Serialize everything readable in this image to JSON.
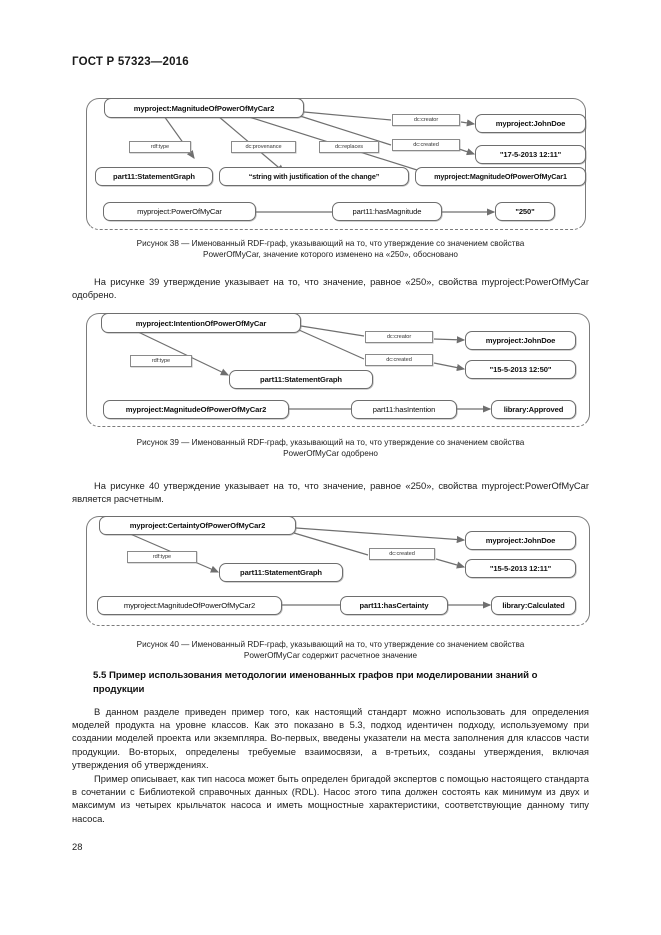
{
  "document": {
    "standard_header": "ГОСТ Р 57323—2016",
    "page_number": "28"
  },
  "figures": [
    {
      "id": "figure-38",
      "caption_line1": "Рисунок 38 — Именованный RDF-граф, указывающий на то, что утверждение со значением свойства",
      "caption_line2": "PowerOfMyCar, значение которого изменено на «250», обосновано",
      "nodes": {
        "subject": "myproject:MagnitudeOfPowerOfMyCar2",
        "creator_value": "myproject:JohnDoe",
        "created_value": "\"17-5-2013 12:11\"",
        "type_value": "part11:StatementGraph",
        "provenance_value": "“string with justification of the change”",
        "replaces_value": "myproject:MagnitudeOfPowerOfMyCar1",
        "stmt_subject": "myproject:PowerOfMyCar",
        "stmt_predicate": "part11:hasMagnitude",
        "stmt_object": "\"250\""
      },
      "edges": {
        "creator": "dc:creator",
        "created": "dc:created",
        "type": "rdf:type",
        "provenance": "dc:provenance",
        "replaces": "dc:replaces"
      }
    },
    {
      "id": "figure-39",
      "caption_line1": "Рисунок 39 — Именованный RDF-граф, указывающий на то, что утверждение со значением свойства",
      "caption_line2": "PowerOfMyCar одобрено",
      "nodes": {
        "subject": "myproject:IntentionOfPowerOfMyCar",
        "creator_value": "myproject:JohnDoe",
        "created_value": "\"15-5-2013 12:50\"",
        "type_value": "part11:StatementGraph",
        "stmt_subject": "myproject:MagnitudeOfPowerOfMyCar2",
        "stmt_predicate": "part11:hasIntention",
        "stmt_object": "library:Approved"
      },
      "edges": {
        "creator": "dc:creator",
        "created": "dc:created",
        "type": "rdf:type"
      }
    },
    {
      "id": "figure-40",
      "caption_line1": "Рисунок 40 — Именованный RDF-граф, указывающий на то, что утверждение со значением свойства",
      "caption_line2": "PowerOfMyCar содержит расчетное значение",
      "nodes": {
        "subject": "myproject:CertaintyOfPowerOfMyCar2",
        "creator_value": "myproject:JohnDoe",
        "created_value": "\"15-5-2013 12:11\"",
        "type_value": "part11:StatementGraph",
        "stmt_subject": "myproject:MagnitudeOfPowerOfMyCar2",
        "stmt_predicate": "part11:hasCertainty",
        "stmt_object": "library:Calculated"
      },
      "edges": {
        "created": "dc:created",
        "type": "rdf:type"
      }
    }
  ],
  "paragraphs": {
    "after_fig38": "На рисунке 39 утверждение указывает на то, что значение, равное «250», свойства myproject:PowerOfMyCar одобрено.",
    "after_fig39": "На рисунке 40 утверждение указывает на то, что значение, равное «250», свойства myproject:PowerOfMyCar является расчетным.",
    "section_heading": "5.5 Пример использования методологии именованных графов при моделировании знаний о продукции",
    "body1": "В данном разделе приведен пример того, как настоящий стандарт можно использовать для опре­деления моделей продукта на уровне классов. Как это показано в 5.3, подход идентичен подходу, ис­пользуемому при создании моделей проекта или экземпляра. Во-первых, введены указатели на места заполнения для классов части продукции. Во-вторых, определены требуемые взаимосвязи, а в-третьих, созданы утверждения, включая утверждения об утверждениях.",
    "body2": "Пример описывает, как тип насоса может быть определен бригадой экспертов с помощью на­стоящего стандарта в сочетании с Библиотекой справочных данных (RDL). Насос этого типа должен состоять как минимум из двух и максимум из четырех крыльчаток насоса и иметь мощностные характе­ристики, соответствующие данному типу насоса."
  }
}
